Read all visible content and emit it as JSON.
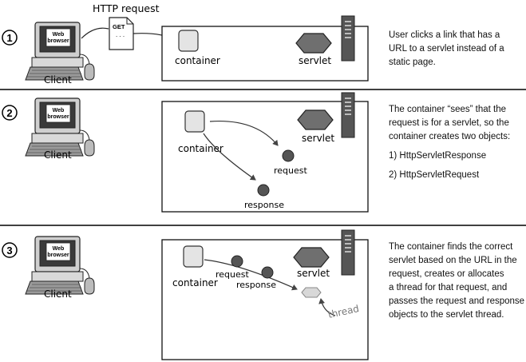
{
  "http_request_label": "HTTP request",
  "http_doc_text": "GET",
  "http_doc_dots": ". . .",
  "steps": [
    {
      "number": "1",
      "client_label": "Client",
      "browser_label_line1": "Web",
      "browser_label_line2": "browser",
      "container_label": "container",
      "servlet_label": "servlet",
      "text_lines": [
        "User clicks a link that has a",
        "URL to a servlet instead of a",
        "static page."
      ]
    },
    {
      "number": "2",
      "client_label": "Client",
      "browser_label_line1": "Web",
      "browser_label_line2": "browser",
      "container_label": "container",
      "servlet_label": "servlet",
      "request_label": "request",
      "response_label": "response",
      "text_lines": [
        "The container “sees” that the",
        "request is for a servlet, so the",
        "container creates two objects:"
      ],
      "text_items": [
        "1) HttpServletResponse",
        "2) HttpServletRequest"
      ]
    },
    {
      "number": "3",
      "client_label": "Client",
      "browser_label_line1": "Web",
      "browser_label_line2": "browser",
      "container_label": "container",
      "servlet_label": "servlet",
      "request_label": "request",
      "response_label": "response",
      "thread_label": "thread",
      "text_lines": [
        "The container finds the correct",
        "servlet based on the URL in the",
        "request, creates or allocates",
        "a thread for that request, and",
        "passes the request and response",
        "objects to the servlet thread."
      ]
    }
  ],
  "colors": {
    "object_dot": "#555555",
    "servlet_fill": "#6f6f6f",
    "container_fill": "#e4e4e4",
    "server_fill": "#555555",
    "thread_fill": "#d8d8d8",
    "thread_text": "#777777"
  }
}
